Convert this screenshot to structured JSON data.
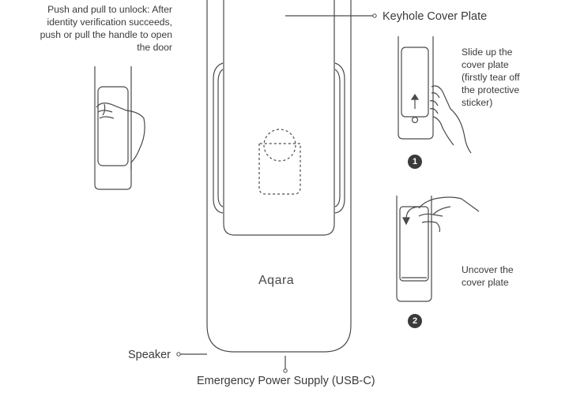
{
  "labels": {
    "push_pull_line1": "Push and pull to unlock: After",
    "push_pull_line2": "identity verification succeeds,",
    "push_pull_line3": "push or pull the handle to open",
    "push_pull_line4": "the door",
    "keyhole_cover_plate": "Keyhole Cover Plate",
    "slide_up_line1": "Slide up the",
    "slide_up_line2": "cover plate",
    "slide_up_line3": "(firstly tear off",
    "slide_up_line4": "the protective",
    "slide_up_line5": "sticker)",
    "uncover_line1": "Uncover the",
    "uncover_line2": "cover plate",
    "speaker": "Speaker",
    "emergency_power": "Emergency Power Supply (USB-C)"
  },
  "brand": "Aqara",
  "steps": [
    "1",
    "2"
  ],
  "colors": {
    "line": "#4a4a4a",
    "text": "#3a3a3a",
    "badge": "#3a3a3a"
  }
}
